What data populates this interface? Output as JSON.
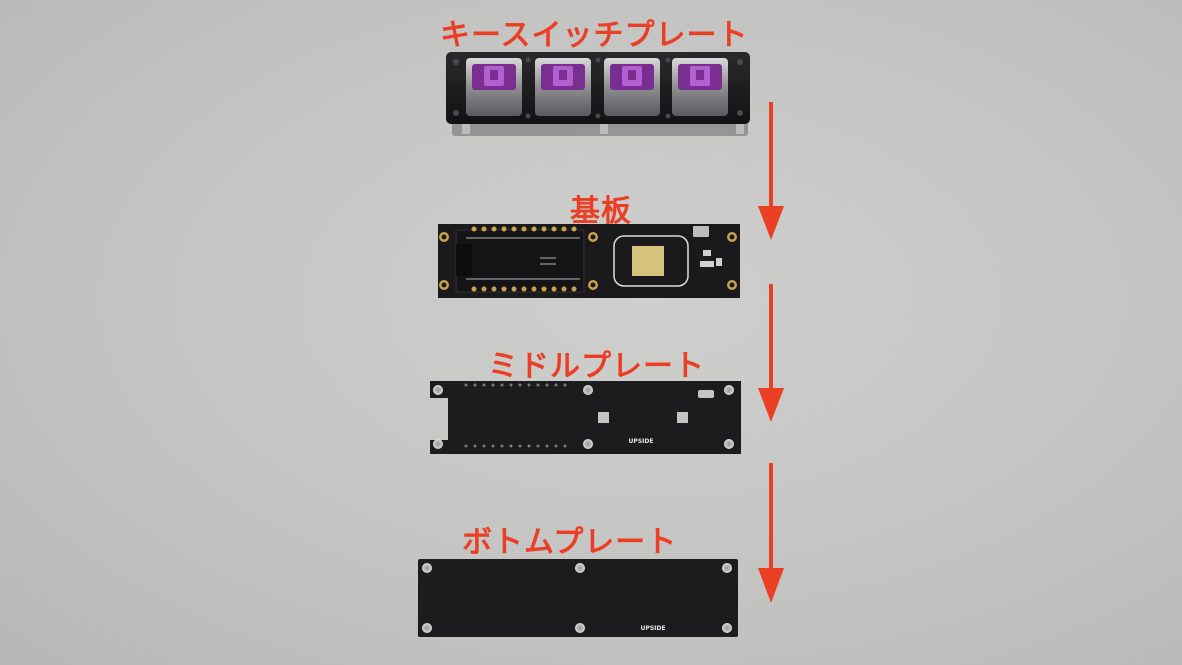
{
  "labels": {
    "switch_plate": "キースイッチプレート",
    "pcb": "基板",
    "middle_plate": "ミドルプレート",
    "bottom_plate": "ボトムプレート"
  },
  "silkscreen": {
    "middle_plate": "UPSIDE",
    "bottom_plate": "UPSIDE"
  },
  "colors": {
    "label_text": "#ea3f25",
    "arrow": "#ea3f25",
    "background": "#c6c6c4",
    "board": "#1c1c1e",
    "switch_stem": "#9b3cb8"
  }
}
